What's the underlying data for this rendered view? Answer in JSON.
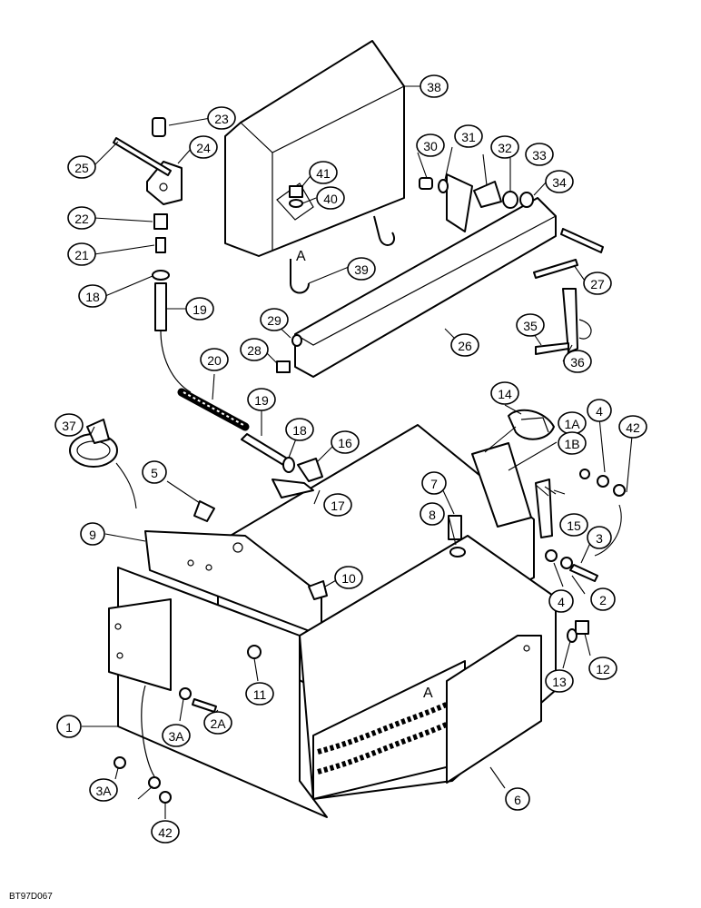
{
  "callouts": [
    {
      "id": "c38",
      "label": "38"
    },
    {
      "id": "c23",
      "label": "23"
    },
    {
      "id": "c24",
      "label": "24"
    },
    {
      "id": "c25",
      "label": "25"
    },
    {
      "id": "c30",
      "label": "30"
    },
    {
      "id": "c31",
      "label": "31"
    },
    {
      "id": "c32",
      "label": "32"
    },
    {
      "id": "c33",
      "label": "33"
    },
    {
      "id": "c34",
      "label": "34"
    },
    {
      "id": "c41",
      "label": "41"
    },
    {
      "id": "c40",
      "label": "40"
    },
    {
      "id": "c22",
      "label": "22"
    },
    {
      "id": "c21",
      "label": "21"
    },
    {
      "id": "c39",
      "label": "39"
    },
    {
      "id": "c27",
      "label": "27"
    },
    {
      "id": "c18a",
      "label": "18"
    },
    {
      "id": "c19a",
      "label": "19"
    },
    {
      "id": "c29",
      "label": "29"
    },
    {
      "id": "c28",
      "label": "28"
    },
    {
      "id": "c26",
      "label": "26"
    },
    {
      "id": "c35",
      "label": "35"
    },
    {
      "id": "c36",
      "label": "36"
    },
    {
      "id": "c20",
      "label": "20"
    },
    {
      "id": "c14",
      "label": "14"
    },
    {
      "id": "c37",
      "label": "37"
    },
    {
      "id": "c19b",
      "label": "19"
    },
    {
      "id": "c1A",
      "label": "1A"
    },
    {
      "id": "c4a",
      "label": "4"
    },
    {
      "id": "c42a",
      "label": "42"
    },
    {
      "id": "c18b",
      "label": "18"
    },
    {
      "id": "c16",
      "label": "16"
    },
    {
      "id": "c1B",
      "label": "1B"
    },
    {
      "id": "c5",
      "label": "5"
    },
    {
      "id": "c17",
      "label": "17"
    },
    {
      "id": "c7",
      "label": "7"
    },
    {
      "id": "c15",
      "label": "15"
    },
    {
      "id": "c8",
      "label": "8"
    },
    {
      "id": "c3",
      "label": "3"
    },
    {
      "id": "c9",
      "label": "9"
    },
    {
      "id": "c10",
      "label": "10"
    },
    {
      "id": "c4b",
      "label": "4"
    },
    {
      "id": "c2",
      "label": "2"
    },
    {
      "id": "c11",
      "label": "11"
    },
    {
      "id": "c12",
      "label": "12"
    },
    {
      "id": "c13",
      "label": "13"
    },
    {
      "id": "c1",
      "label": "1"
    },
    {
      "id": "c3Aa",
      "label": "3A"
    },
    {
      "id": "c2A",
      "label": "2A"
    },
    {
      "id": "c6",
      "label": "6"
    },
    {
      "id": "c3Ab",
      "label": "3A"
    },
    {
      "id": "c42b",
      "label": "42"
    }
  ],
  "section_marks": {
    "upper": "A",
    "lower": "A"
  },
  "drawing_code": "BT97D067"
}
